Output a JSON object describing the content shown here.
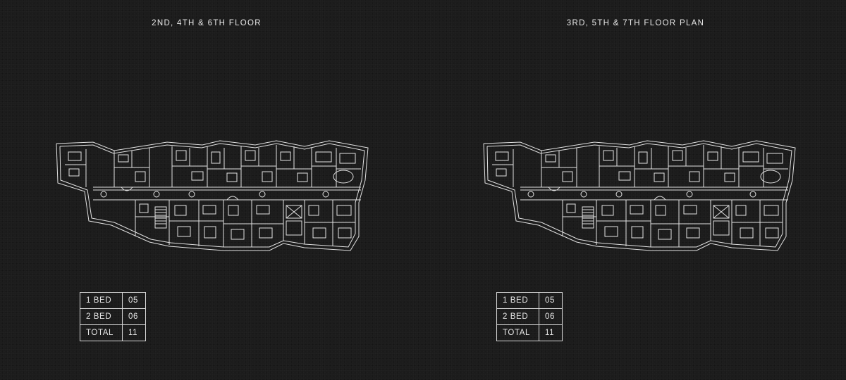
{
  "floors": [
    {
      "title": "2ND, 4TH & 6TH FLOOR",
      "units": [
        {
          "label": "1 BED",
          "count": "05"
        },
        {
          "label": "2 BED",
          "count": "06"
        },
        {
          "label": "TOTAL",
          "count": "11"
        }
      ]
    },
    {
      "title": "3RD, 5TH & 7TH FLOOR PLAN",
      "units": [
        {
          "label": "1 BED",
          "count": "05"
        },
        {
          "label": "2 BED",
          "count": "06"
        },
        {
          "label": "TOTAL",
          "count": "11"
        }
      ]
    }
  ],
  "colors": {
    "background": "#1c1c1c",
    "line": "#e6e6e6"
  }
}
